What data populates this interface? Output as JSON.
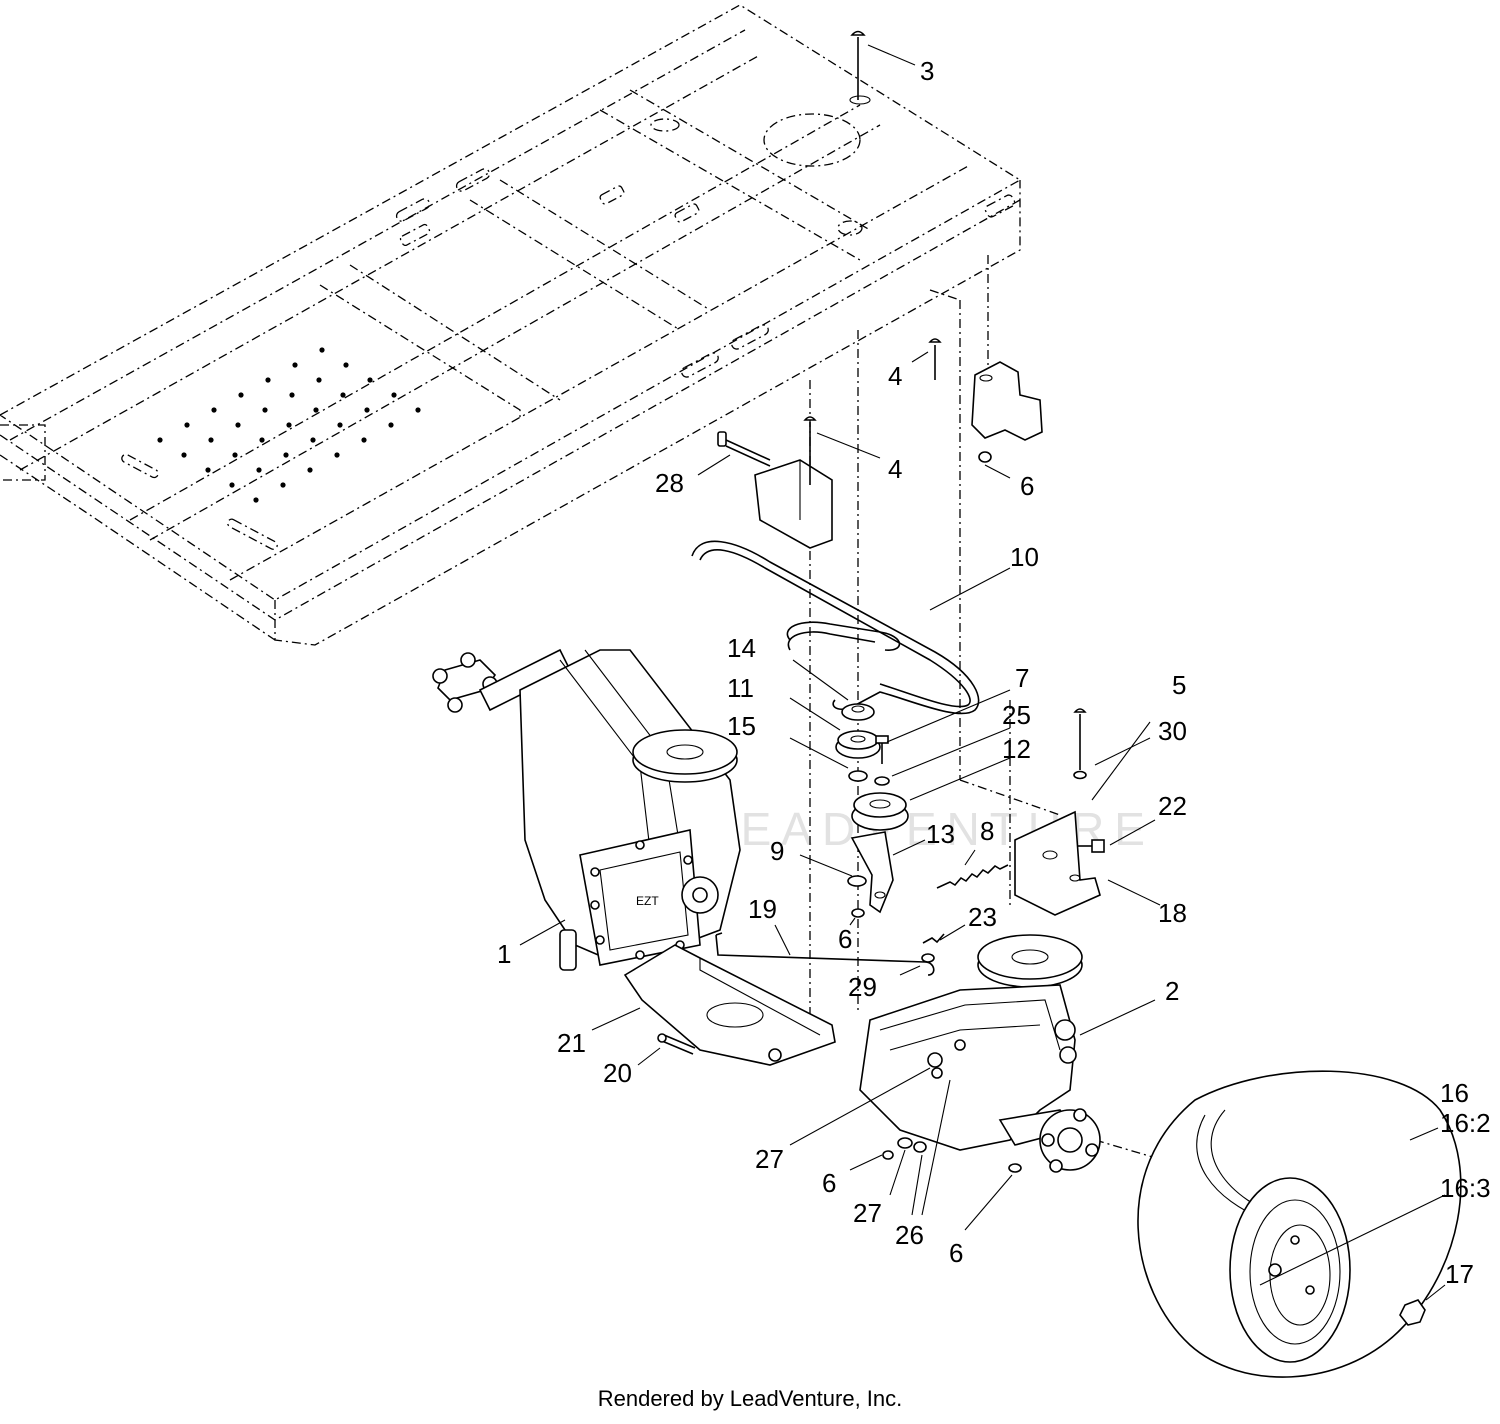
{
  "footer_text": "Rendered by LeadVenture, Inc.",
  "watermark_text": "LEADVENTURE",
  "callouts": {
    "c1": "1",
    "c2": "2",
    "c3": "3",
    "c4a": "4",
    "c4b": "4",
    "c5": "5",
    "c6a": "6",
    "c6b": "6",
    "c6c": "6",
    "c6d": "6",
    "c7": "7",
    "c8": "8",
    "c9": "9",
    "c10": "10",
    "c11": "11",
    "c12": "12",
    "c13": "13",
    "c14": "14",
    "c15": "15",
    "c16": "16",
    "c16_2": "16:2",
    "c16_3": "16:3",
    "c17": "17",
    "c18": "18",
    "c19": "19",
    "c20": "20",
    "c21": "21",
    "c22": "22",
    "c23": "23",
    "c25": "25",
    "c26": "26",
    "c27a": "27",
    "c27b": "27",
    "c28": "28",
    "c29": "29",
    "c30": "30"
  }
}
